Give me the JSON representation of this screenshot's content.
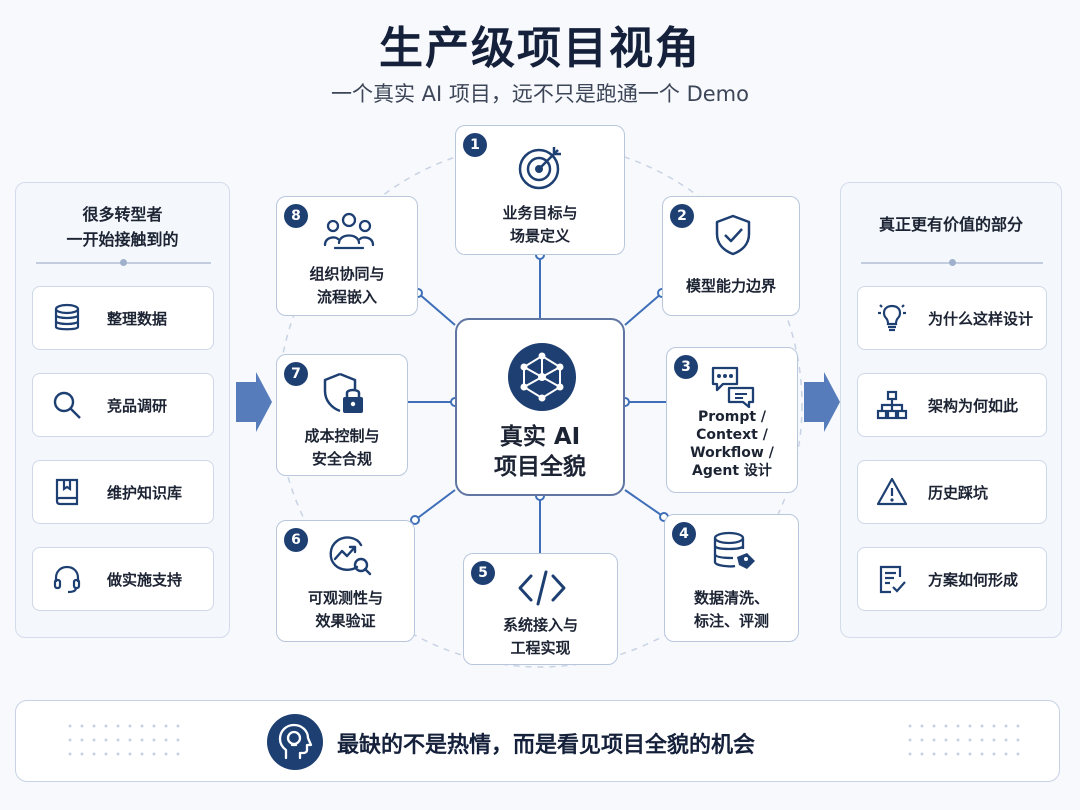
{
  "header": {
    "title": "生产级项目视角",
    "subtitle": "一个真实 AI 项目，远不只是跑通一个 Demo"
  },
  "left_panel": {
    "title_line1": "很多转型者",
    "title_line2": "一开始接触到的",
    "items": [
      {
        "label": "整理数据",
        "icon": "database-icon"
      },
      {
        "label": "竞品调研",
        "icon": "search-icon"
      },
      {
        "label": "维护知识库",
        "icon": "book-icon"
      },
      {
        "label": "做实施支持",
        "icon": "headset-icon"
      }
    ]
  },
  "right_panel": {
    "title": "真正更有价值的部分",
    "items": [
      {
        "label": "为什么这样设计",
        "icon": "lightbulb-icon"
      },
      {
        "label": "架构为何如此",
        "icon": "hierarchy-icon"
      },
      {
        "label": "历史踩坑",
        "icon": "warning-icon"
      },
      {
        "label": "方案如何形成",
        "icon": "document-check-icon"
      }
    ]
  },
  "center": {
    "line1": "真实 AI",
    "line2": "项目全貌",
    "icon": "network-cube-icon"
  },
  "nodes": [
    {
      "number": "1",
      "line1": "业务目标与",
      "line2": "场景定义",
      "icon": "target-icon"
    },
    {
      "number": "2",
      "line1": "模型能力边界",
      "icon": "shield-check-icon"
    },
    {
      "number": "3",
      "line1": "Prompt /",
      "line2": "Context /",
      "line3": "Workflow /",
      "line4": "Agent 设计",
      "icon": "chat-bubbles-icon"
    },
    {
      "number": "4",
      "line1": "数据清洗、",
      "line2": "标注、评测",
      "icon": "database-tag-icon"
    },
    {
      "number": "5",
      "line1": "系统接入与",
      "line2": "工程实现",
      "icon": "code-icon"
    },
    {
      "number": "6",
      "line1": "可观测性与",
      "line2": "效果验证",
      "icon": "chart-search-icon"
    },
    {
      "number": "7",
      "line1": "成本控制与",
      "line2": "安全合规",
      "icon": "shield-lock-icon"
    },
    {
      "number": "8",
      "line1": "组织协同与",
      "line2": "流程嵌入",
      "icon": "team-icon"
    }
  ],
  "footer": {
    "text": "最缺的不是热情，而是看见项目全貌的机会",
    "icon": "head-lightbulb-icon"
  },
  "colors": {
    "navy": "#1e3f72",
    "accent_blue": "#2e5aa8",
    "border": "#b9c7dd",
    "background": "#f7f9fc"
  }
}
